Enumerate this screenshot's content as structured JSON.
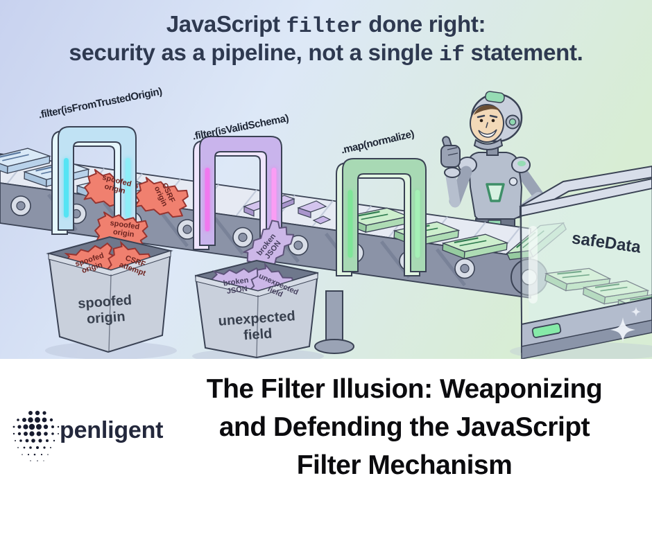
{
  "hero": {
    "title": {
      "l1a": "JavaScript",
      "l1code": "filter",
      "l1b": "done right:",
      "l2a": "security as a pipeline, not a single",
      "l2code": "if",
      "l2b": "statement."
    },
    "gates": [
      {
        "label": ".filter(isFromTrustedOrigin)",
        "glow_color": "#55e4f4",
        "body_color": "#c0e2f4"
      },
      {
        "label": ".filter(isValidSchema)",
        "glow_color": "#f078ee",
        "body_color": "#c9b4ec"
      },
      {
        "label": ".map(normalize)",
        "glow_color": "#7fe598",
        "body_color": "#a8d9b4"
      }
    ],
    "papers": {
      "belt_spoofed": "spoofed\norigin",
      "belt_csrf": "CSRF\norigin",
      "falling_spoofed": "spoofed\norigin",
      "bin1_spoofed": "spoofed\norigin",
      "bin1_csrf": "CSRF\nattempt",
      "falling_broken": "broken\nJSON",
      "bin2_broken": "broken\nJSON",
      "bin2_unexpected": "unexpected\nfield"
    },
    "bins": [
      {
        "label": "spoofed\norigin"
      },
      {
        "label": "unexpected\nfield"
      }
    ],
    "container_label": "safeData",
    "reject_paper_color": "#f0806f",
    "invalid_paper_color": "#ccb7e8",
    "safe_tile_color": "#cdeecd"
  },
  "footer": {
    "brand": "penligent",
    "heading_line1": "The Filter Illusion: Weaponizing",
    "heading_line2": "and Defending the JavaScript",
    "heading_line3": "Filter Mechanism"
  }
}
